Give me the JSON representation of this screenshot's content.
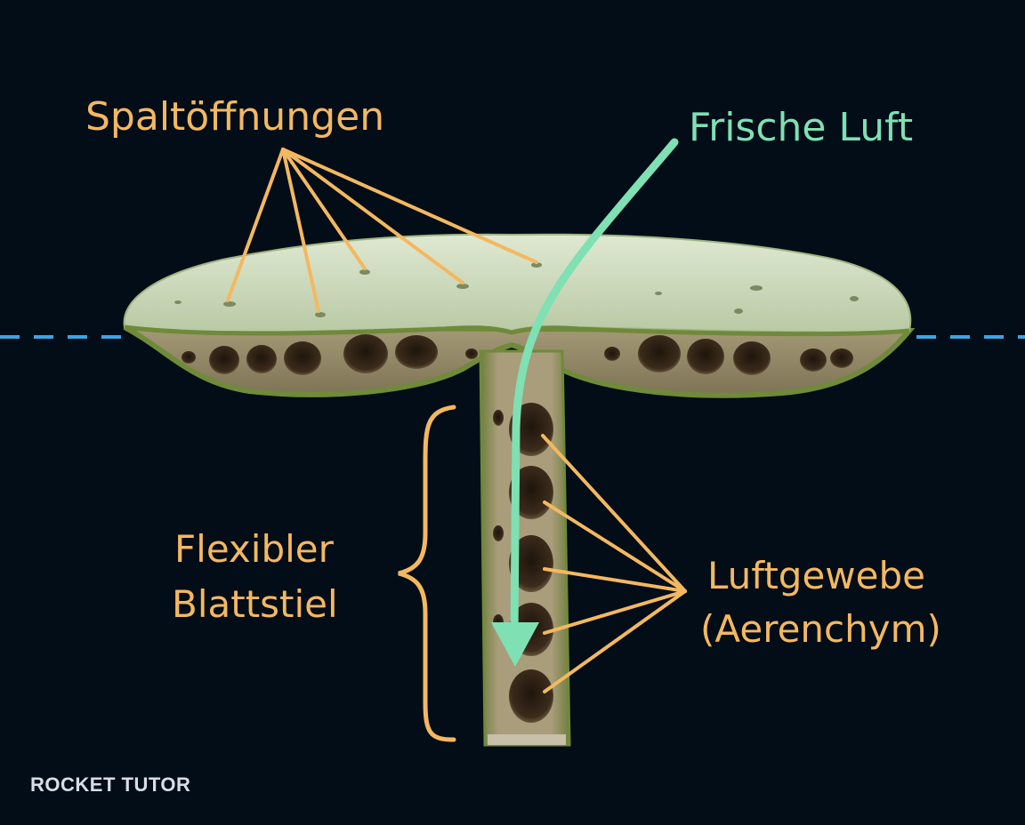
{
  "labels": {
    "stomata": "Spaltöffnungen",
    "fresh_air": "Frische Luft",
    "petiole_line1": "Flexibler",
    "petiole_line2": "Blattstiel",
    "aerenchyma_line1": "Luftgewebe",
    "aerenchyma_line2": "(Aerenchym)"
  },
  "brand": "ROCKET TUTOR",
  "colors": {
    "background": "#030d18",
    "label_orange": "#f4b860",
    "fresh_air_green": "#7fe0b3",
    "water_line": "#3aa6e0",
    "leaf_surface": "#cfdcbf",
    "leaf_edge": "#7d9a45",
    "tissue": "#9a8f6e",
    "air_chamber": "#3a2a1a"
  }
}
